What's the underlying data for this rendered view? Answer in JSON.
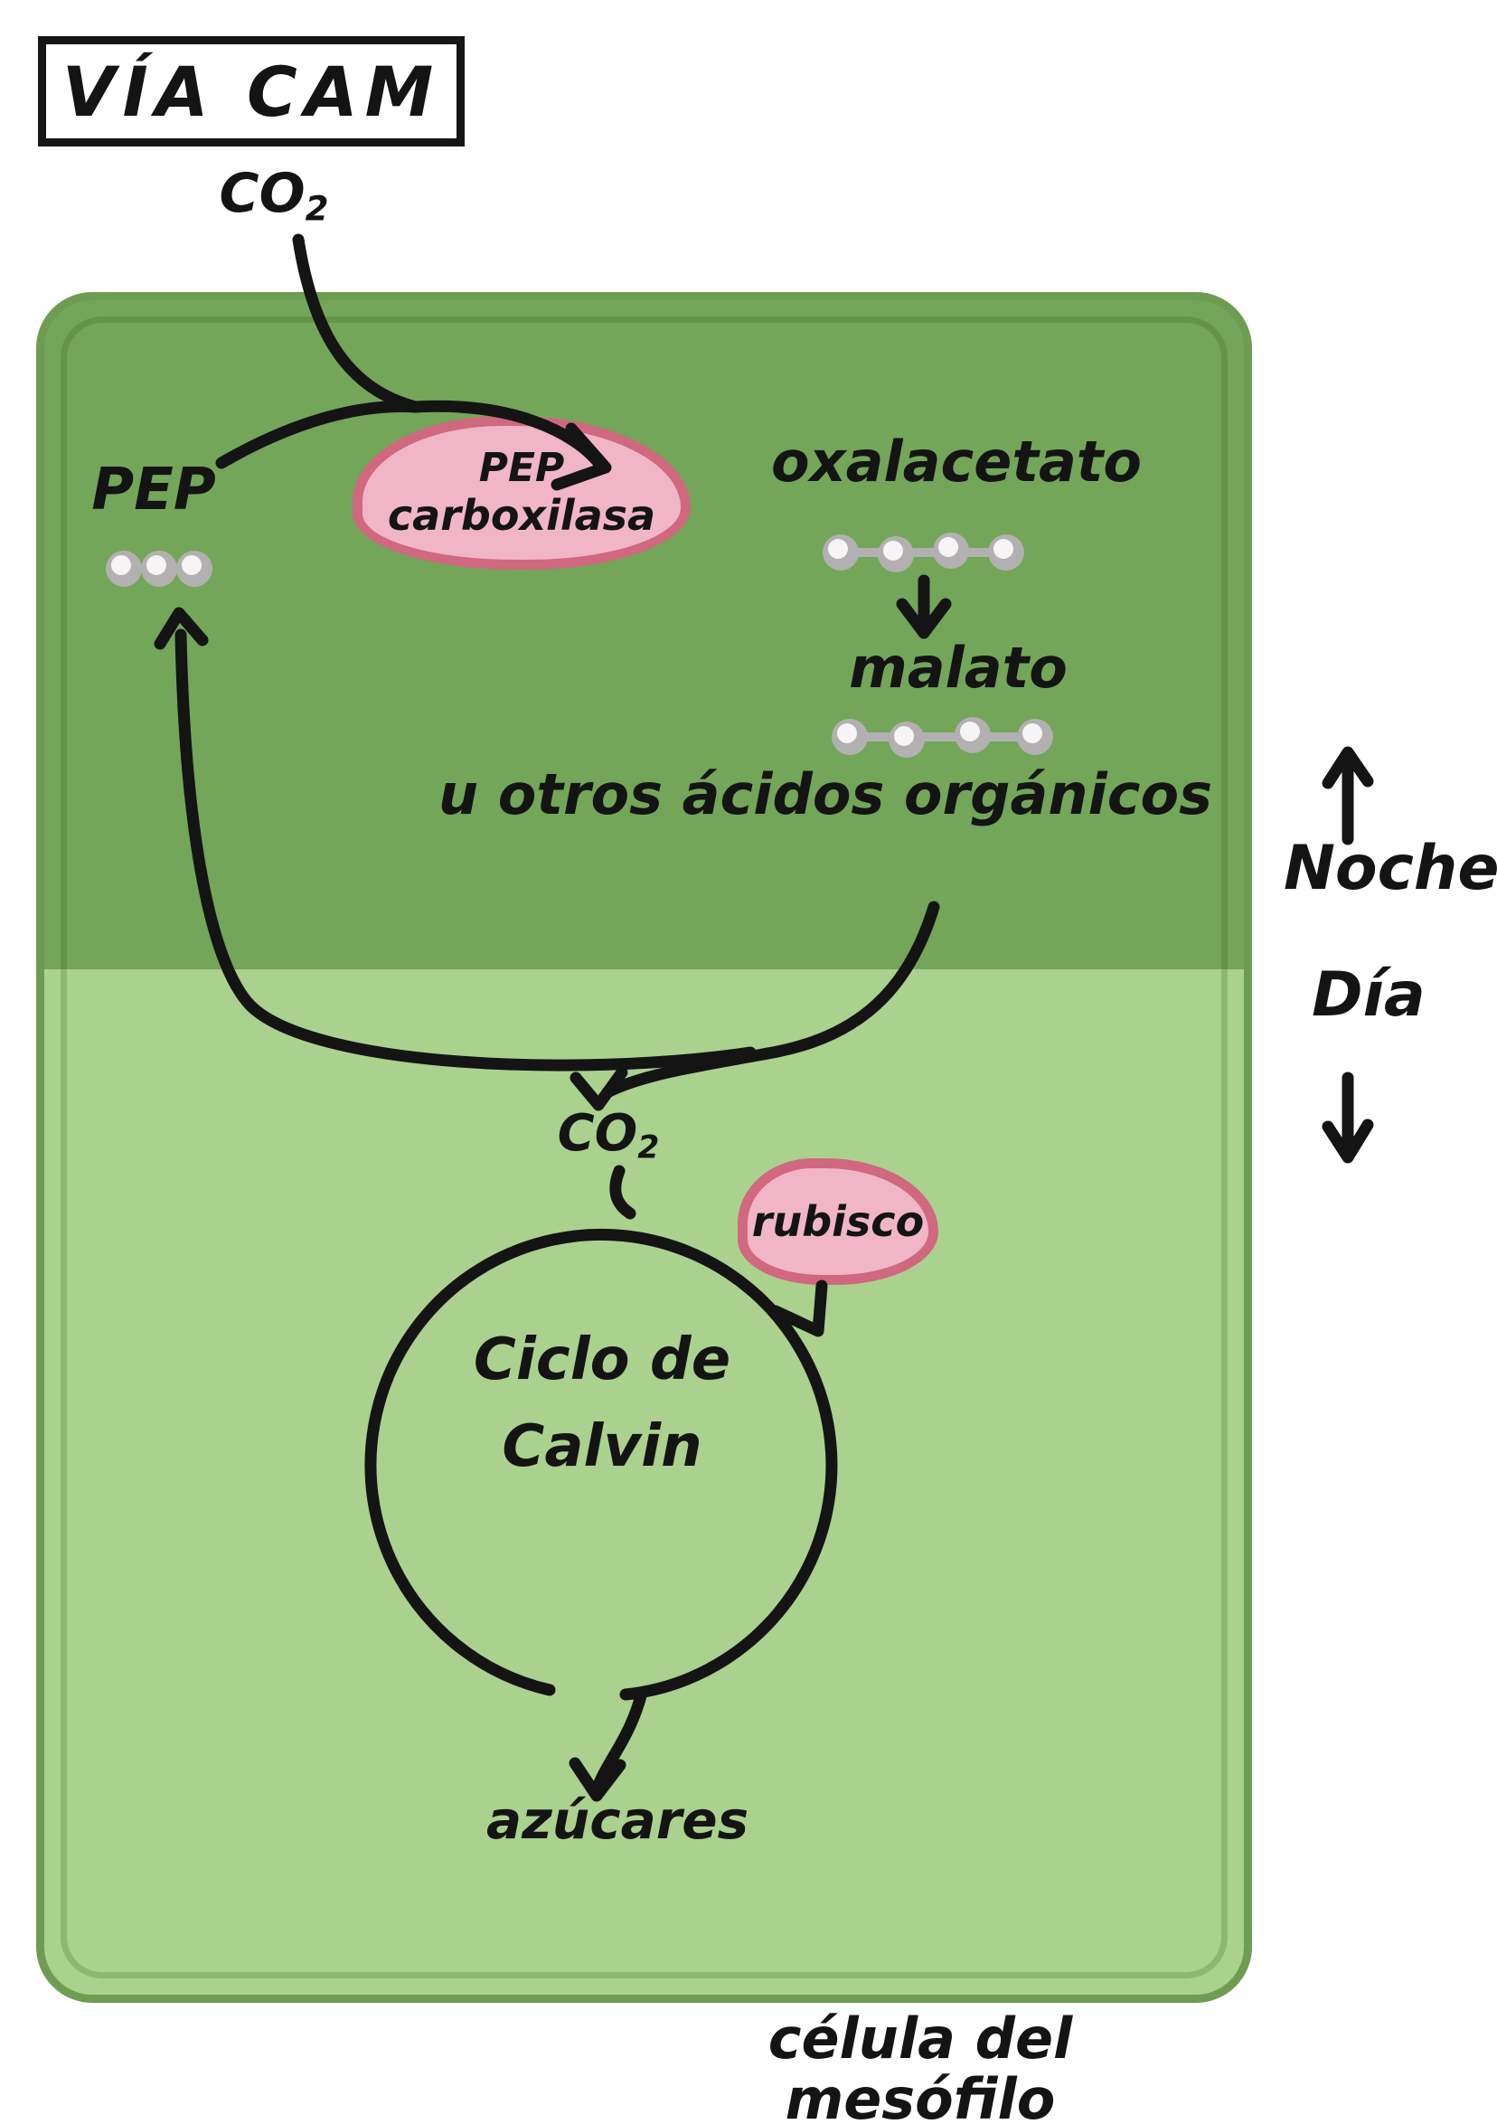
{
  "title": "VÍA CAM",
  "legend": {
    "night": "Noche",
    "day": "Día"
  },
  "caption": "célula del mesófilo",
  "molecules": {
    "co2_atmospheric": {
      "base": "CO",
      "sub": "2"
    },
    "pep": "PEP",
    "oxaloacetate": "oxalacetato",
    "malate": "malato",
    "other_acids": "u otros ácidos orgánicos",
    "co2_internal": {
      "base": "CO",
      "sub": "2"
    },
    "sugars": "azúcares"
  },
  "enzymes": {
    "pep_carboxylase": {
      "line1": "PEP",
      "line2": "carboxilasa"
    },
    "rubisco": "rubisco"
  },
  "calvin_cycle": {
    "line1": "Ciclo de",
    "line2": "Calvin"
  },
  "colors": {
    "night_green": "#73a658",
    "day_green": "#abd18e",
    "cell_border": "#6d9c52",
    "enzyme_fill": "#f0b6c7",
    "enzyme_border": "#d0687f",
    "bead_ring": "#b3b0b2",
    "bead_fill": "#f6f4f5",
    "ink": "#141414"
  }
}
